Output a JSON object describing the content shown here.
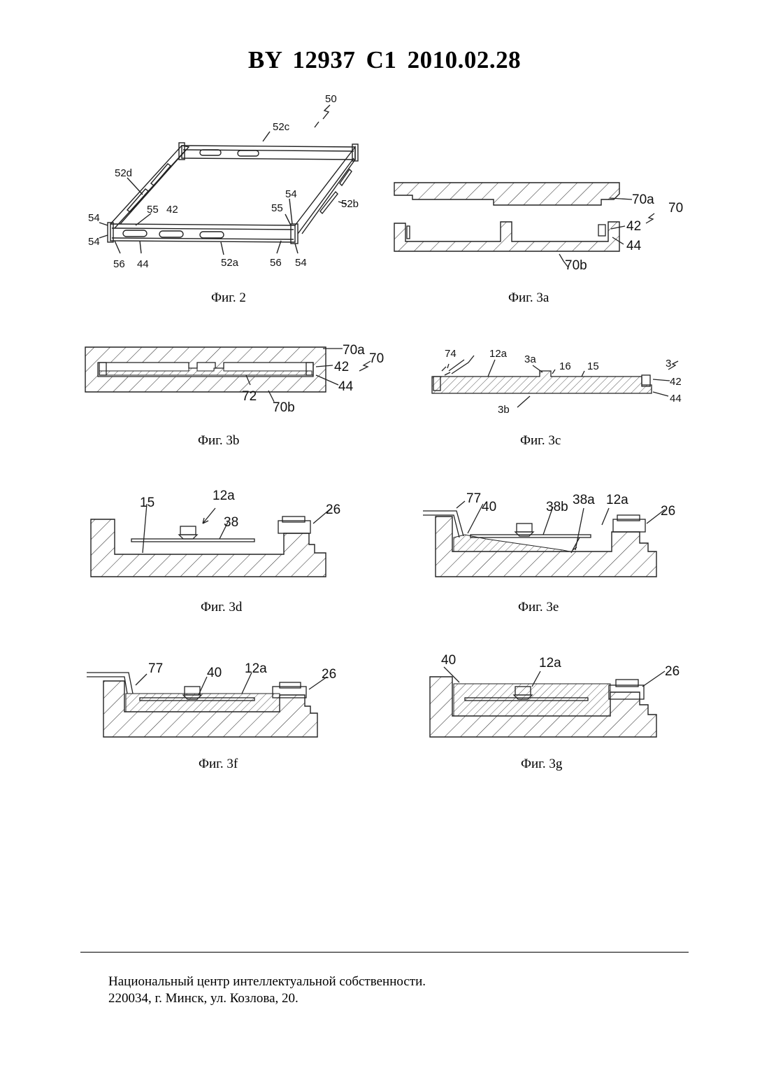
{
  "header": {
    "patent_id": "BY 12937 C1 2010.02.28"
  },
  "figures": {
    "fig2": {
      "caption": "Фиг. 2",
      "labels": {
        "l50": "50",
        "l52c": "52c",
        "l52d": "52d",
        "l52b": "52b",
        "l52a": "52a",
        "l54a": "54",
        "l54b": "54",
        "l54c": "54",
        "l54d": "54",
        "l55a": "55",
        "l55b": "55",
        "l42": "42",
        "l56a": "56",
        "l56b": "56",
        "l44": "44"
      }
    },
    "fig3a": {
      "caption": "Фиг. 3a",
      "labels": {
        "l70a": "70a",
        "l70": "70",
        "l42": "42",
        "l44": "44",
        "l70b": "70b"
      }
    },
    "fig3b": {
      "caption": "Фиг. 3b",
      "labels": {
        "l70a": "70a",
        "l42": "42",
        "l70": "70",
        "l44": "44",
        "l72": "72",
        "l70b": "70b"
      }
    },
    "fig3c": {
      "caption": "Фиг. 3c",
      "labels": {
        "l74": "74",
        "l12a": "12a",
        "l3a": "3a",
        "l16": "16",
        "l15": "15",
        "l3": "3",
        "l42": "42",
        "l44": "44",
        "l3b": "3b"
      }
    },
    "fig3d": {
      "caption": "Фиг. 3d",
      "labels": {
        "l15": "15",
        "l12a": "12a",
        "l38": "38",
        "l26": "26"
      }
    },
    "fig3e": {
      "caption": "Фиг. 3e",
      "labels": {
        "l77": "77",
        "l40": "40",
        "l38b": "38b",
        "l38a": "38a",
        "l12a": "12a",
        "l26": "26"
      }
    },
    "fig3f": {
      "caption": "Фиг. 3f",
      "labels": {
        "l77": "77",
        "l40": "40",
        "l12a": "12a",
        "l26": "26"
      }
    },
    "fig3g": {
      "caption": "Фиг. 3g",
      "labels": {
        "l40": "40",
        "l12a": "12a",
        "l26": "26"
      }
    }
  },
  "footer": {
    "line1": "Национальный центр интеллектуальной собственности.",
    "line2": "220034, г. Минск, ул. Козлова, 20."
  }
}
